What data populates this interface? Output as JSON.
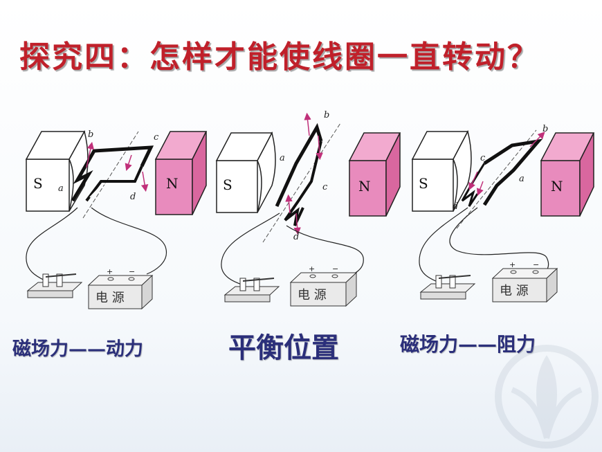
{
  "title": "探究四：怎样才能使线圈一直转动？",
  "captions": {
    "left": "磁场力——动力",
    "middle": "平衡位置",
    "right": "磁场力——阻力"
  },
  "poles": {
    "south": "S",
    "north": "N"
  },
  "power_supply": {
    "label": "电  源",
    "plus": "+",
    "minus": "−"
  },
  "coil_labels": {
    "a": "a",
    "b": "b",
    "c": "c",
    "d": "d"
  },
  "colors": {
    "title": "#c0202a",
    "caption": "#2b2f7a",
    "magnet_n": "#e88bbd",
    "arrow": "#c0307a"
  }
}
